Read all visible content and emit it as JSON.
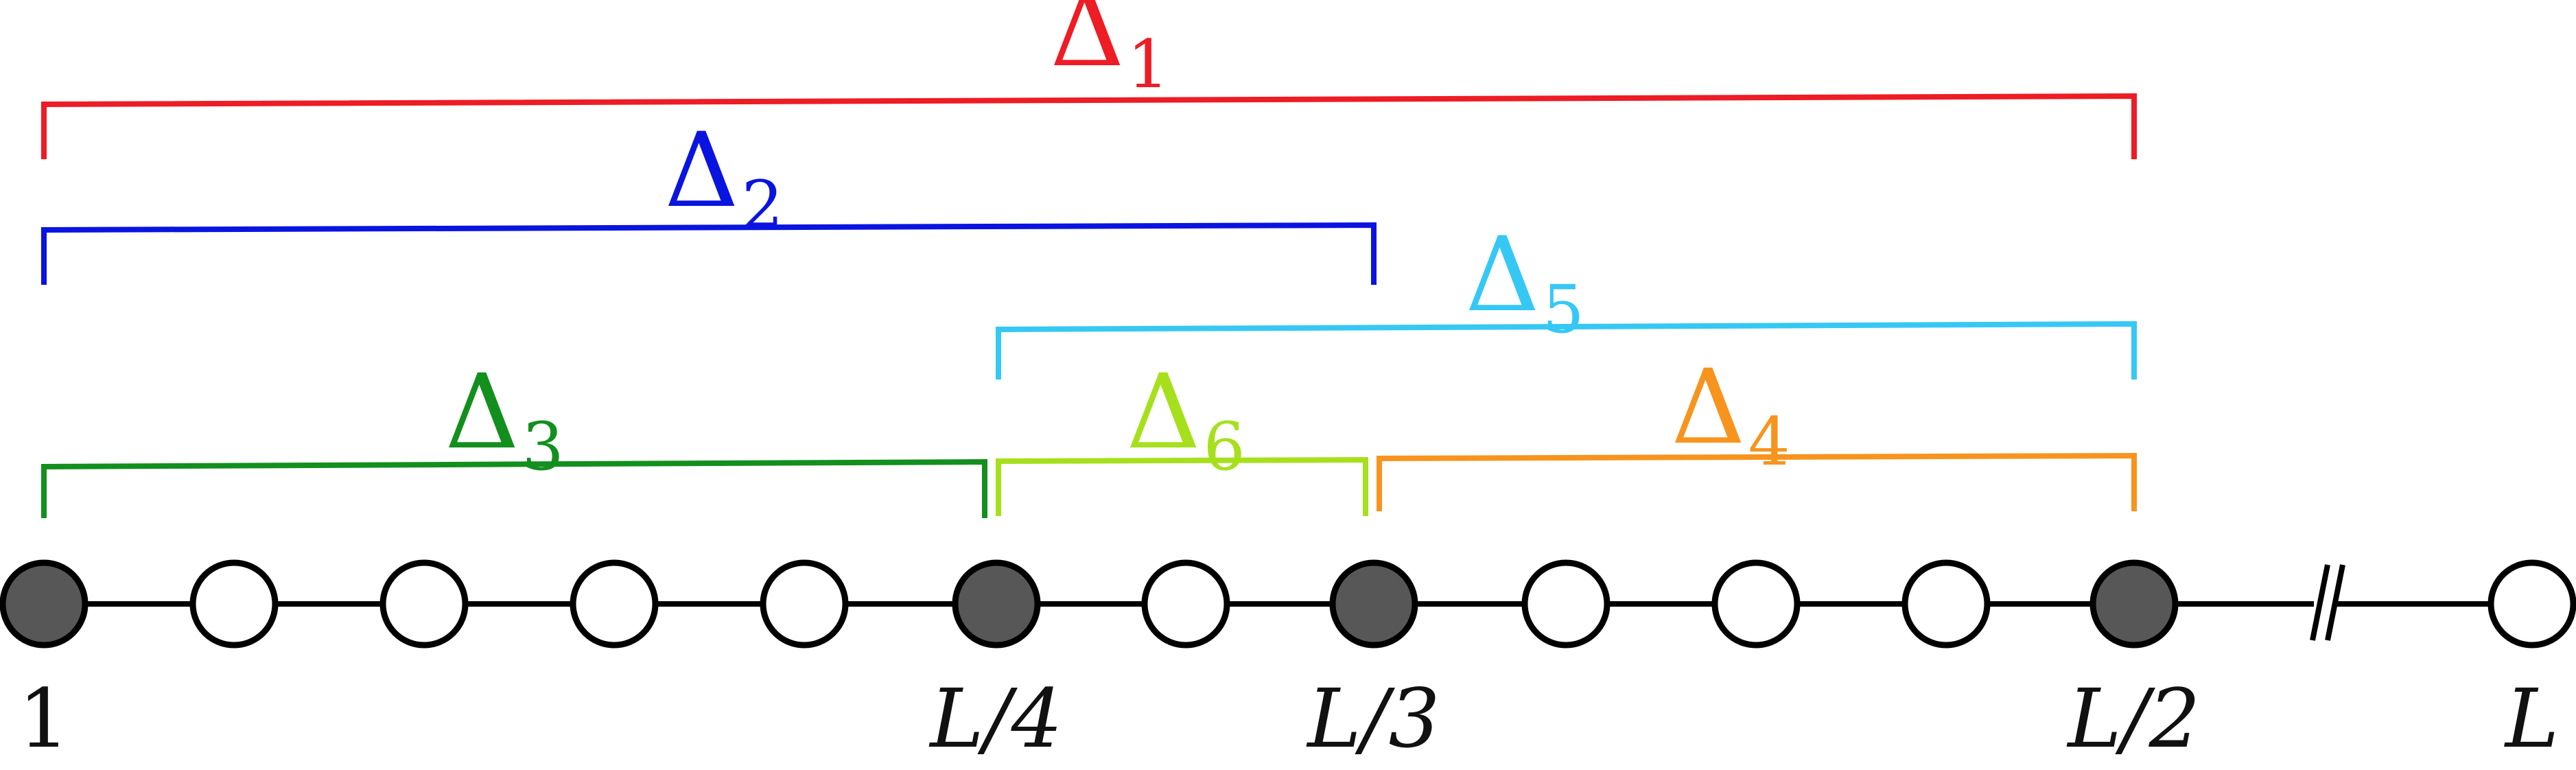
{
  "chain": {
    "sites": [
      {
        "filled": true
      },
      {
        "filled": false
      },
      {
        "filled": false
      },
      {
        "filled": false
      },
      {
        "filled": false
      },
      {
        "filled": true
      },
      {
        "filled": false
      },
      {
        "filled": true
      },
      {
        "filled": false
      },
      {
        "filled": false
      },
      {
        "filled": false
      },
      {
        "filled": true
      },
      {
        "filled": false
      }
    ],
    "labels": {
      "first": "1",
      "quarter": "L/4",
      "third": "L/3",
      "half": "L/2",
      "last": "L"
    }
  },
  "brackets": [
    {
      "symbol": "Δ",
      "subscript": "1",
      "color": "#ee1c24"
    },
    {
      "symbol": "Δ",
      "subscript": "2",
      "color": "#0a14e0"
    },
    {
      "symbol": "Δ",
      "subscript": "5",
      "color": "#36c8f4"
    },
    {
      "symbol": "Δ",
      "subscript": "3",
      "color": "#138f1e"
    },
    {
      "symbol": "Δ",
      "subscript": "6",
      "color": "#a6e01c"
    },
    {
      "symbol": "Δ",
      "subscript": "4",
      "color": "#f7941d"
    }
  ],
  "colors": {
    "filled_site": "#575757",
    "empty_site": "#ffffff",
    "line": "#000000"
  }
}
